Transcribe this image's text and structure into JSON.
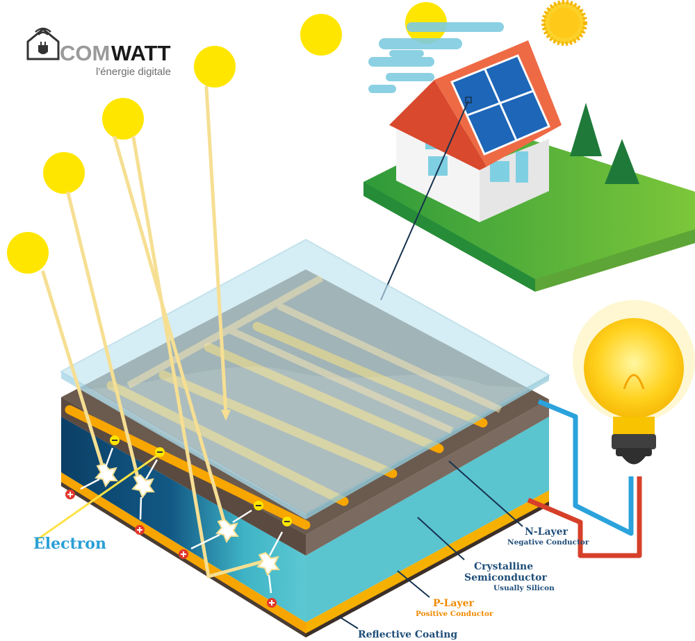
{
  "logo": {
    "brand_prefix": "COM",
    "brand_suffix": "WATT",
    "tagline": "l'énergie digitale"
  },
  "labels": {
    "electron": "Electron",
    "n_layer_title": "N-Layer",
    "n_layer_sub": "Negative Conductor",
    "crystalline_title_1": "Crystalline",
    "crystalline_title_2": "Semiconductor",
    "crystalline_sub": "Usually Silicon",
    "p_layer_title": "P-Layer",
    "p_layer_sub": "Positive Conductor",
    "reflective": "Reflective Coating"
  },
  "colors": {
    "sun": "#ffe600",
    "ray": "#fbe7a1",
    "n_layer": "#6b5a4e",
    "semiconductor_dark": "#0d4a73",
    "semiconductor_light": "#55c5cf",
    "p_layer": "#f7a500",
    "glass": "#bfe4ef",
    "grass": "#3fae3f",
    "roof": "#e95b3a",
    "panel": "#1f6fc4",
    "wire_blue": "#2aa2dc",
    "wire_red": "#d6402a",
    "label_blue": "#1e5d8a",
    "label_orange": "#f08a00",
    "label_electron": "#2a9fd6"
  }
}
